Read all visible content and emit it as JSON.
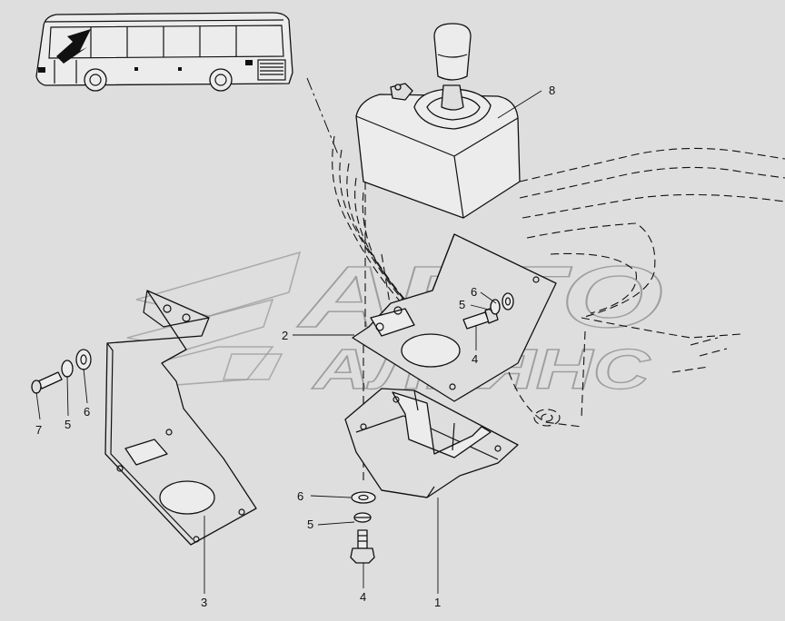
{
  "watermark": {
    "line1": "АВТО",
    "line2": "АЛЬЯНС"
  },
  "callouts": [
    {
      "id": "c8",
      "label": "8",
      "part": "gear-shift-housing"
    },
    {
      "id": "c2",
      "label": "2",
      "part": "mounting-plate"
    },
    {
      "id": "c6a",
      "label": "6",
      "part": "washer"
    },
    {
      "id": "c5a",
      "label": "5",
      "part": "spring-washer"
    },
    {
      "id": "c4a",
      "label": "4",
      "part": "bolt"
    },
    {
      "id": "c7",
      "label": "7",
      "part": "screw"
    },
    {
      "id": "c5b",
      "label": "5",
      "part": "spring-washer"
    },
    {
      "id": "c6b",
      "label": "6",
      "part": "washer"
    },
    {
      "id": "c3",
      "label": "3",
      "part": "bracket"
    },
    {
      "id": "c6c",
      "label": "6",
      "part": "washer"
    },
    {
      "id": "c5c",
      "label": "5",
      "part": "spring-washer"
    },
    {
      "id": "c4c",
      "label": "4",
      "part": "bolt"
    },
    {
      "id": "c1",
      "label": "1",
      "part": "cover"
    }
  ]
}
